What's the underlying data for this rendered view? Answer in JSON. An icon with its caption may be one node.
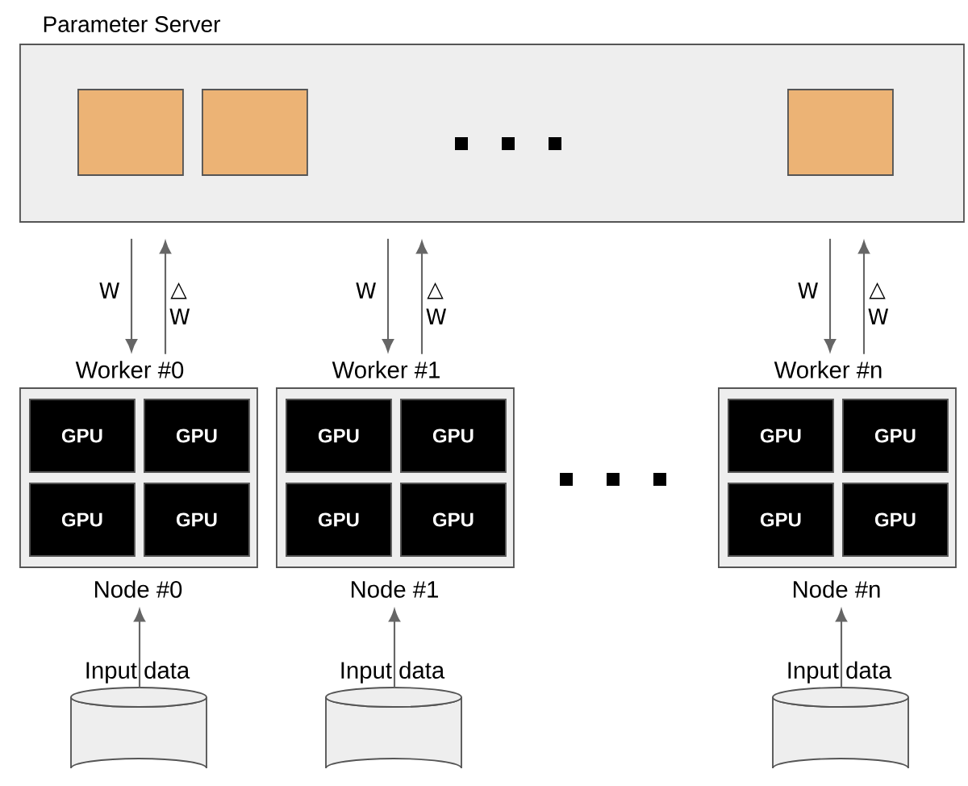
{
  "diagram": {
    "nodes": [
      {
        "text": [
          "Parameter Server"
        ]
      },
      {
        "text": [],
        "shape": "box",
        "in": 0
      },
      {
        "text": [],
        "shape": "box",
        "in": 0
      },
      {
        "text": [],
        "shape": "box",
        "in": 0
      },
      {
        "text": [
          "Worker #0"
        ],
        "beside": [
          "Node #0"
        ]
      },
      {
        "text": [
          "GPU"
        ],
        "in": 4
      },
      {
        "text": [
          "GPU"
        ],
        "in": 4
      },
      {
        "text": [
          "GPU"
        ],
        "in": 4
      },
      {
        "text": [
          "GPU"
        ],
        "in": 4
      },
      {
        "text": [
          "Worker #1"
        ],
        "beside": [
          "Node #1"
        ]
      },
      {
        "text": [
          "GPU"
        ],
        "in": 9
      },
      {
        "text": [
          "GPU"
        ],
        "in": 9
      },
      {
        "text": [
          "GPU"
        ],
        "in": 9
      },
      {
        "text": [
          "GPU"
        ],
        "in": 9
      },
      {
        "text": [
          "Worker #n"
        ],
        "beside": [
          "Node #n"
        ]
      },
      {
        "text": [
          "GPU"
        ],
        "in": 14
      },
      {
        "text": [
          "GPU"
        ],
        "in": 14
      },
      {
        "text": [
          "GPU"
        ],
        "in": 14
      },
      {
        "text": [
          "GPU"
        ],
        "in": 14
      },
      {
        "text": [],
        "shape": "cylinder",
        "beside": [
          "Input data"
        ]
      },
      {
        "text": [],
        "shape": "cylinder",
        "beside": [
          "Input data"
        ]
      },
      {
        "text": [],
        "shape": "cylinder",
        "beside": [
          "Input data"
        ]
      }
    ],
    "edges": [
      {
        "from": 0,
        "to": 4,
        "arrow": "to",
        "label": "W"
      },
      {
        "from": 4,
        "to": 0,
        "arrow": "to",
        "label": "△ W"
      },
      {
        "from": 0,
        "to": 9,
        "arrow": "to",
        "label": "W"
      },
      {
        "from": 9,
        "to": 0,
        "arrow": "to",
        "label": "△ W"
      },
      {
        "from": 0,
        "to": 14,
        "arrow": "to",
        "label": "W"
      },
      {
        "from": 14,
        "to": 0,
        "arrow": "to",
        "label": "△ W"
      },
      {
        "from": 19,
        "to": 4,
        "arrow": "to"
      },
      {
        "from": 20,
        "to": 9,
        "arrow": "to"
      },
      {
        "from": 21,
        "to": 14,
        "arrow": "to"
      }
    ]
  }
}
